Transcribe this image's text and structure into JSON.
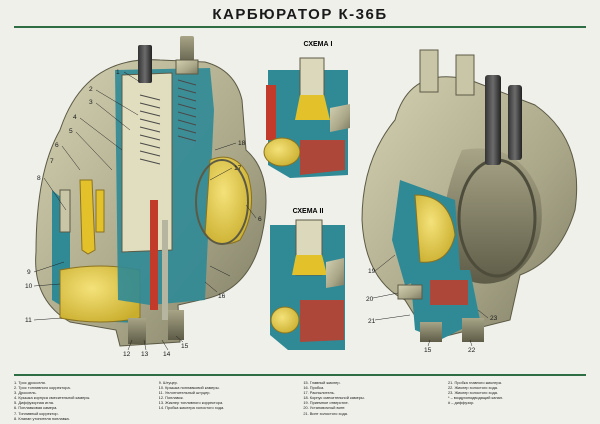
{
  "title": "КАРБЮРАТОР  К-36Б",
  "schema_1": "СХЕМА I",
  "schema_2": "СХЕМА II",
  "callouts": [
    "1",
    "2",
    "3",
    "4",
    "5",
    "6",
    "7",
    "8",
    "9",
    "10",
    "11",
    "12",
    "13",
    "14",
    "15",
    "16",
    "17",
    "18",
    "6",
    "19",
    "20",
    "21",
    "15",
    "22",
    "23"
  ],
  "legend": {
    "col1": [
      "1. Трос дросселя.",
      "2. Трос топливного корректора.",
      "3. Дроссель.",
      "4. Крышка корпуса смесительной камеры.",
      "5. Диффузорная игла.",
      "6. Поплавковая камера.",
      "7. Топливный корректор.",
      "8. Клапан утопителя поплавка."
    ],
    "col2": [
      "9. Штуцер.",
      "10. Крышка поплавковой камеры.",
      "11. Уплотнительный штуцер.",
      "12. Поплавок.",
      "13. Жиклер топливного корректора.",
      "14. Пробка жиклера холостого хода."
    ],
    "col3": [
      "15. Главный жиклер.",
      "16. Пробка.",
      "17. Распылитель.",
      "18. Корпус смесительной камеры.",
      "19. Приемное отверстие.",
      "20. Установочный винт.",
      "21. Винт холостого хода."
    ],
    "col4": [
      "21. Пробка главного жиклера.",
      "22. Жиклер холостого хода.",
      "23. Жиклер холостого хода.",
      "* – воздухоподводящий канал.",
      "# – диффузор."
    ]
  }
}
